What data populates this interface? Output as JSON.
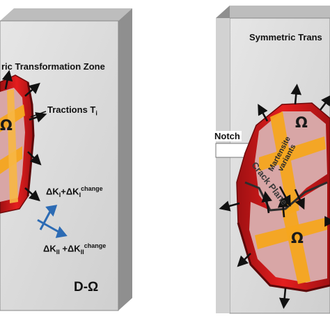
{
  "left_panel": {
    "zone_title": "ric Transformation Zone",
    "tractions": "Tractions T",
    "tractions_sub": "i",
    "omega_label": "Ω",
    "dk1_main": "ΔK",
    "dk1_sub1": "I",
    "dk1_plus": "+ΔK",
    "dk1_sub2": "I",
    "dk1_sup": "change",
    "dk2_main": "ΔK",
    "dk2_sub1": "II",
    "dk2_plus": " +ΔK",
    "dk2_sub2": "II",
    "dk2_sup": "change",
    "panel_label": "D-Ω"
  },
  "right_panel": {
    "zone_title": "Symmetric Trans",
    "notch": "Notch",
    "omega_top": "Ω",
    "omega_bottom": "Ω",
    "martensite": "Martensite variants",
    "crack_plane": "Crack Plane"
  },
  "colors": {
    "panel_face": "#dcdcdc",
    "panel_edge": "#9a9a9a",
    "zone_red": "#d9181a",
    "zone_dark": "#8e0f10",
    "zone_pink": "#d8a6a6",
    "martensite_orange": "#f5a51e",
    "arrow_black": "#111111",
    "arrow_blue": "#2c6bb4"
  }
}
